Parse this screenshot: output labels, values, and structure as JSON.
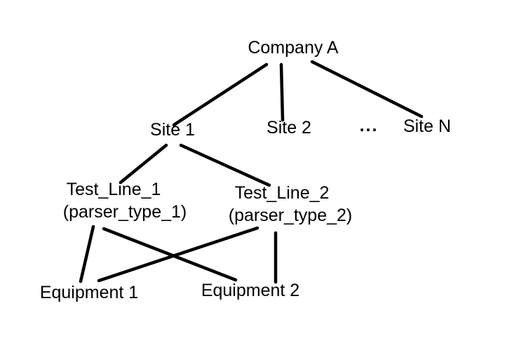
{
  "diagram": {
    "type": "tree-hierarchy",
    "background_color": "#ffffff",
    "line_color": "#000000",
    "text_color": "#000000",
    "nodes": {
      "company": {
        "label": "Company A",
        "level": "root"
      },
      "site1": {
        "label": "Site 1",
        "level": "site"
      },
      "site2": {
        "label": "Site 2",
        "level": "site"
      },
      "sites_ellipsis": {
        "label": "...",
        "level": "site"
      },
      "siteN": {
        "label": "Site N",
        "level": "site"
      },
      "test_line_1": {
        "label": "Test_Line_1",
        "sublabel": "(parser_type_1)",
        "level": "test-line"
      },
      "test_line_2": {
        "label": "Test_Line_2",
        "sublabel": "(parser_type_2)",
        "level": "test-line"
      },
      "equipment1": {
        "label": "Equipment 1",
        "level": "equipment"
      },
      "equipment2": {
        "label": "Equipment 2",
        "level": "equipment"
      }
    },
    "edges": [
      {
        "from": "Company A",
        "to": "Site 1"
      },
      {
        "from": "Company A",
        "to": "Site 2"
      },
      {
        "from": "Company A",
        "to": "Site N"
      },
      {
        "from": "Site 1",
        "to": "Test_Line_1"
      },
      {
        "from": "Site 1",
        "to": "Test_Line_2"
      },
      {
        "from": "Test_Line_1",
        "to": "Equipment 1"
      },
      {
        "from": "Test_Line_1",
        "to": "Equipment 2"
      },
      {
        "from": "Test_Line_2",
        "to": "Equipment 1"
      },
      {
        "from": "Test_Line_2",
        "to": "Equipment 2"
      }
    ]
  }
}
